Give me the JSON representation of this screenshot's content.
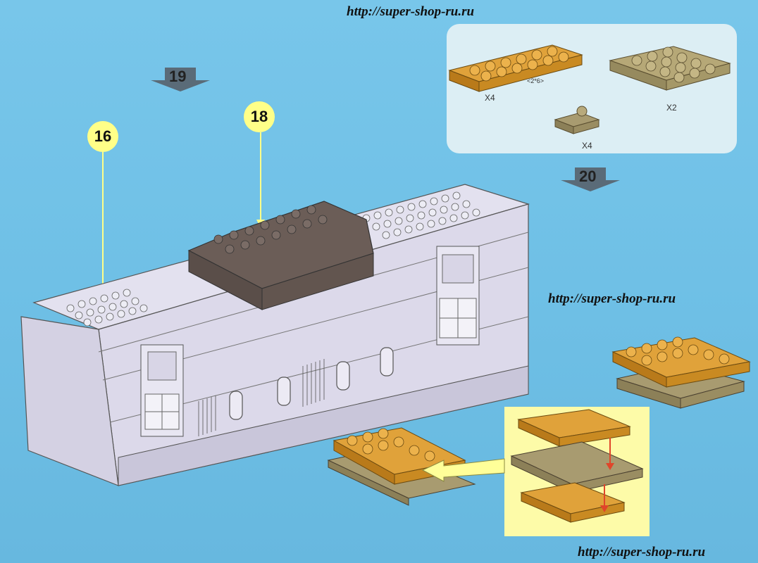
{
  "urls": {
    "top": "http://super-shop-ru.ru",
    "middle": "http://super-shop-ru.ru",
    "bottom": "http://super-shop-ru.ru"
  },
  "steps": {
    "previous": "19",
    "next": "20"
  },
  "callouts": {
    "a": "16",
    "b": "18"
  },
  "parts": {
    "plate_long_qty": "X4",
    "plate_long_size": "<2*6>",
    "plate_wide_qty": "X2",
    "plate_small_qty": "X4"
  },
  "colors": {
    "background": "#6fc0e6",
    "orange_brick": "#d9952a",
    "tan_brick": "#a89b70",
    "dark_brick": "#6b5d57",
    "callout_fill": "#ffff88",
    "highlight_panel": "#fdfba8",
    "parts_panel": "#dceef4",
    "red_arrow": "#e0452a"
  }
}
